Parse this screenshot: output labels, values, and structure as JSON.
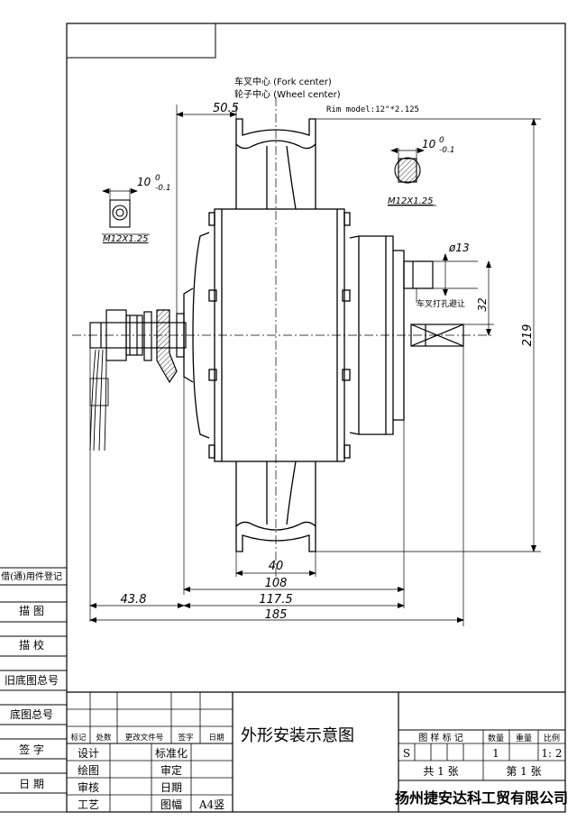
{
  "drawing": {
    "fork_center": "车叉中心 (Fork center)",
    "wheel_center": "轮子中心 (Wheel center)",
    "rim_model": "Rim model:12\"*2.125",
    "dims": {
      "rim_width": "50.5",
      "left_nut": "10",
      "left_nut_tol_upper": "0",
      "left_nut_tol_lower": "-0.1",
      "left_thread": "M12X1.25",
      "right_nut": "10",
      "right_nut_tol_upper": "0",
      "right_nut_tol_lower": "-0.1",
      "right_thread": "M12X1.25",
      "shaft_dia": "ø13",
      "fork_note": "车叉打孔避让",
      "shaft_len": "32",
      "overall_dia": "219",
      "d40": "40",
      "d108": "108",
      "d43_8": "43.8",
      "d117_5": "117.5",
      "d185": "185"
    }
  },
  "side_labels": [
    "借(通)用件登记",
    "描 图",
    "描 校",
    "旧底图总号",
    "底图总号",
    "签 字",
    "日 期"
  ],
  "title_block": {
    "rev_headers": [
      "标记",
      "处数",
      "更改文件号",
      "签字",
      "日期"
    ],
    "roles": [
      {
        "a": "设计",
        "b": "标准化"
      },
      {
        "a": "绘图",
        "b": "审定"
      },
      {
        "a": "审核",
        "b": "日期"
      },
      {
        "a": "工艺",
        "b": "图幅"
      }
    ],
    "paper_size": "A4竖",
    "title": "外形安装示意图",
    "headers": [
      "图 样 标 记",
      "数量",
      "重量",
      "比例"
    ],
    "mark": "S",
    "quantity": "1",
    "scale": "1: 2",
    "total_sheets": "共 1 张",
    "sheet_no": "第 1 张",
    "company": "扬州捷安达科工贸有限公司"
  }
}
